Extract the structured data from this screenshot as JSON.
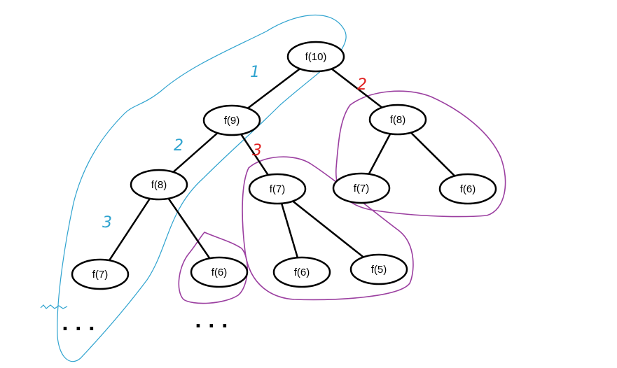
{
  "diagram": {
    "nodes": [
      {
        "id": "n10",
        "label": "f(10)"
      },
      {
        "id": "n9",
        "label": "f(9)"
      },
      {
        "id": "n8a",
        "label": "f(8)"
      },
      {
        "id": "n8b",
        "label": "f(8)"
      },
      {
        "id": "n7a",
        "label": "f(7)"
      },
      {
        "id": "n7b",
        "label": "f(7)"
      },
      {
        "id": "n7c",
        "label": "f(7)"
      },
      {
        "id": "n6a",
        "label": "f(6)"
      },
      {
        "id": "n6b",
        "label": "f(6)"
      },
      {
        "id": "n6c",
        "label": "f(6)"
      },
      {
        "id": "n5",
        "label": "f(5)"
      }
    ],
    "edges": [
      {
        "from": "n10",
        "to": "n9"
      },
      {
        "from": "n10",
        "to": "n8b"
      },
      {
        "from": "n9",
        "to": "n8a"
      },
      {
        "from": "n9",
        "to": "n7b"
      },
      {
        "from": "n8a",
        "to": "n7a"
      },
      {
        "from": "n8a",
        "to": "n6a"
      },
      {
        "from": "n7b",
        "to": "n6b"
      },
      {
        "from": "n7b",
        "to": "n5"
      },
      {
        "from": "n8b",
        "to": "n7c"
      },
      {
        "from": "n8b",
        "to": "n6c"
      }
    ],
    "annotations": {
      "blue_numbers": [
        "1",
        "2",
        "3"
      ],
      "red_numbers": [
        "2",
        "3"
      ],
      "ellipsis": ". . ."
    },
    "colors": {
      "node_stroke": "#000000",
      "edge": "#000000",
      "blue_path": "#2fa3cf",
      "purple_group": "#9b3fa0",
      "red_mark": "#e02020"
    }
  }
}
